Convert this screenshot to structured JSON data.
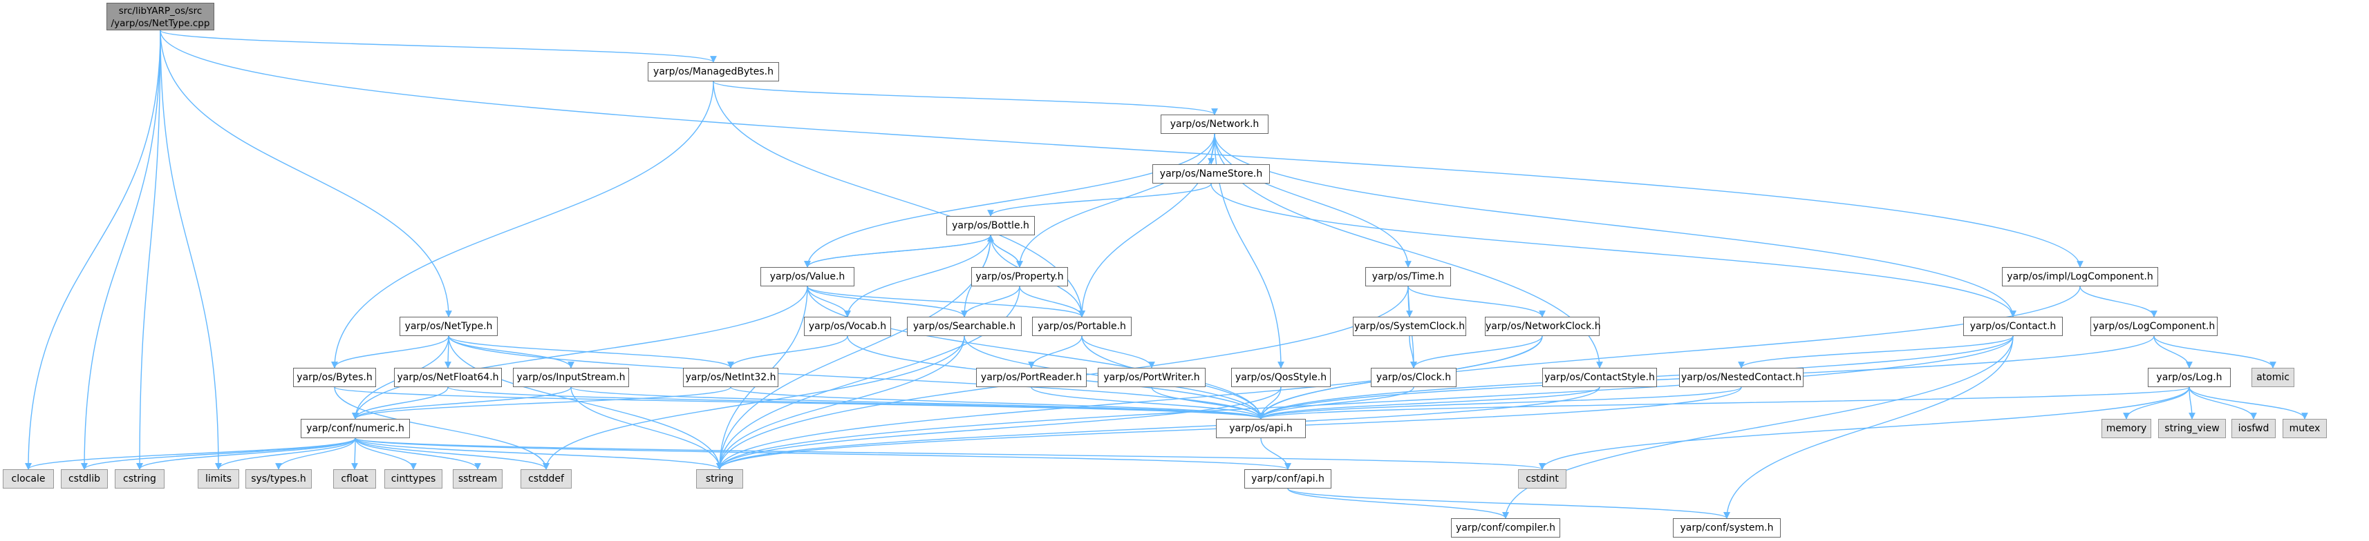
{
  "graph": {
    "edge_color": "#63b8ff",
    "node_border_color": "#666666",
    "system_header_fill": "#e0e0e0",
    "root_fill": "#999999",
    "root": {
      "line1": "src/libYARP_os/src",
      "line2": "/yarp/os/NetType.cpp"
    },
    "nodes": {
      "managedbytes": "yarp/os/ManagedBytes.h",
      "network": "yarp/os/Network.h",
      "namestore": "yarp/os/NameStore.h",
      "bottle": "yarp/os/Bottle.h",
      "property": "yarp/os/Property.h",
      "value": "yarp/os/Value.h",
      "time": "yarp/os/Time.h",
      "impllogcomponent": "yarp/os/impl/LogComponent.h",
      "nettype": "yarp/os/NetType.h",
      "vocab": "yarp/os/Vocab.h",
      "searchable": "yarp/os/Searchable.h",
      "portable": "yarp/os/Portable.h",
      "systemclock": "yarp/os/SystemClock.h",
      "networkclock": "yarp/os/NetworkClock.h",
      "contact": "yarp/os/Contact.h",
      "logcomponent": "yarp/os/LogComponent.h",
      "bytes": "yarp/os/Bytes.h",
      "netfloat64": "yarp/os/NetFloat64.h",
      "inputstream": "yarp/os/InputStream.h",
      "netint32": "yarp/os/NetInt32.h",
      "portreader": "yarp/os/PortReader.h",
      "portwriter": "yarp/os/PortWriter.h",
      "qosstyle": "yarp/os/QosStyle.h",
      "clock": "yarp/os/Clock.h",
      "contactstyle": "yarp/os/ContactStyle.h",
      "nestedcontact": "yarp/os/NestedContact.h",
      "log": "yarp/os/Log.h",
      "atomic": "atomic",
      "numeric": "yarp/conf/numeric.h",
      "osapi": "yarp/os/api.h",
      "memory": "memory",
      "string_view": "string_view",
      "iosfwd": "iosfwd",
      "mutex": "mutex",
      "clocale": "clocale",
      "cstdlib": "cstdlib",
      "cstring": "cstring",
      "limits": "limits",
      "systypes": "sys/types.h",
      "cfloat": "cfloat",
      "cinttypes": "cinttypes",
      "sstream": "sstream",
      "cstddef": "cstddef",
      "string": "string",
      "cstdint": "cstdint",
      "confapi": "yarp/conf/api.h",
      "compiler": "yarp/conf/compiler.h",
      "system": "yarp/conf/system.h"
    }
  }
}
